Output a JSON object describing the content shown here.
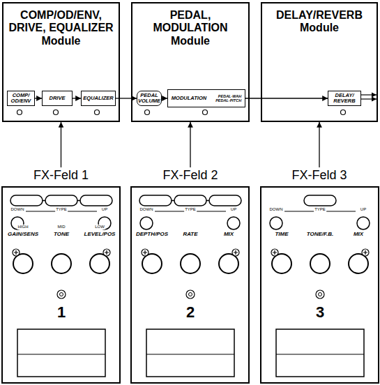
{
  "diagram": {
    "nodes": [
      {
        "text": [
          "COMP/OD/ENV, DRIVE, EQUALIZER Module"
        ]
      },
      {
        "text": [
          "COMP/ OD/ENV"
        ],
        "in": 0
      },
      {
        "text": [
          "DRIVE"
        ],
        "in": 0
      },
      {
        "text": [
          "EQUALIZER"
        ],
        "in": 0
      },
      {
        "text": [
          "PEDAL, MODULATION Module"
        ]
      },
      {
        "text": [
          "PEDAL VOLUME"
        ],
        "in": 4
      },
      {
        "text": [
          "MODULATION",
          "PEDAL-WAH PEDAL-PITCH"
        ],
        "in": 4
      },
      {
        "text": [
          "DELAY/REVERB Module"
        ]
      },
      {
        "text": [
          "DELAY/ REVERB"
        ],
        "in": 7
      },
      {
        "text": [
          "FX-Feld 1",
          "DOWN",
          "TYPE",
          "UP",
          "HIGH",
          "MID",
          "LOW",
          "GAIN/SENS",
          "TONE",
          "LEVEL/POS",
          "1"
        ]
      },
      {
        "text": [
          "FX-Feld 2",
          "DOWN",
          "TYPE",
          "UP",
          "DEPTH/POS",
          "RATE",
          "MIX",
          "2"
        ]
      },
      {
        "text": [
          "FX-Feld 3",
          "DOWN",
          "TYPE",
          "UP",
          "TIME",
          "TONE/F.B.",
          "MIX",
          "3"
        ]
      }
    ],
    "edges": [
      {
        "from": 1,
        "to": 2,
        "arrow": "to"
      },
      {
        "from": 2,
        "to": 3,
        "arrow": "to"
      },
      {
        "from": 3,
        "to": 5,
        "arrow": "to"
      },
      {
        "from": 5,
        "to": 6,
        "arrow": "to"
      },
      {
        "from": 6,
        "to": 8,
        "arrow": "to"
      },
      {
        "from": 9,
        "to": 0,
        "arrow": "to"
      },
      {
        "from": 10,
        "to": 4,
        "arrow": "to"
      },
      {
        "from": 11,
        "to": 7,
        "arrow": "to"
      }
    ]
  }
}
